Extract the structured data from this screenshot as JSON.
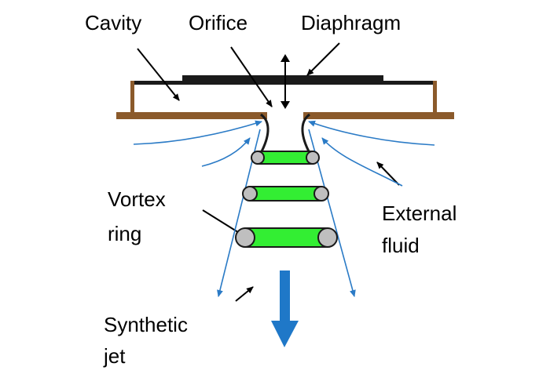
{
  "labels": {
    "cavity": "Cavity",
    "orifice": "Orifice",
    "diaphragm": "Diaphragm",
    "vortex_ring_line1": "Vortex",
    "vortex_ring_line2": "ring",
    "external_fluid_line1": "External",
    "external_fluid_line2": "fluid",
    "synthetic_jet_line1": "Synthetic",
    "synthetic_jet_line2": "jet"
  },
  "colors": {
    "plate": "#8B5A2B",
    "diaphragm": "#1a1a1a",
    "vortex_core": "#33ee33",
    "vortex_cap": "#bfbfbf",
    "flow_line": "#2b7bc6",
    "jet_arrow": "#1f78c8",
    "leader_line": "#000000"
  },
  "icons": {
    "jet_direction": "down-arrow-icon",
    "diaphragm_motion": "double-vertical-arrow-icon"
  }
}
